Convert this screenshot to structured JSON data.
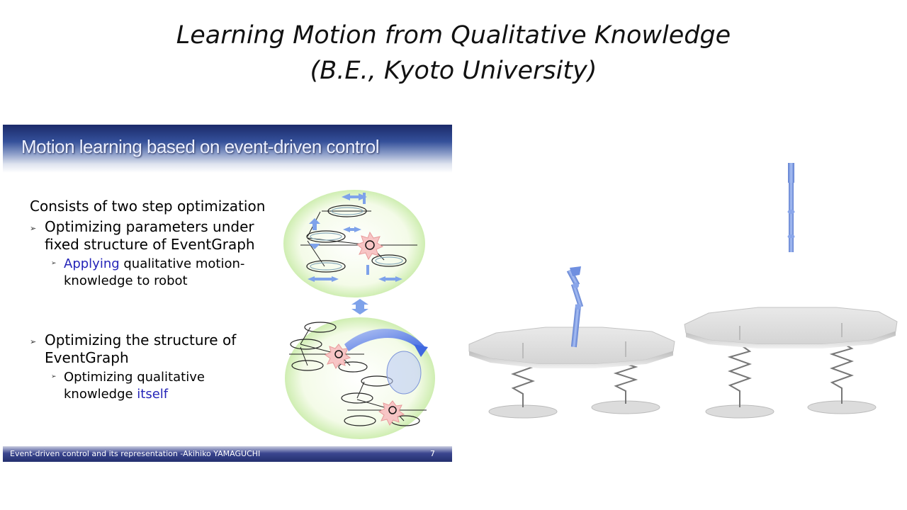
{
  "title": {
    "line1": "Learning Motion from Qualitative Knowledge",
    "line2": "(B.E., Kyoto University)"
  },
  "slide": {
    "header_title": "Motion learning based on event-driven control",
    "intro": "Consists of two step optimization",
    "bullet1": {
      "line1": "Optimizing parameters under",
      "line2": "fixed structure of EventGraph",
      "sub": {
        "highlight": "Applying",
        "line1_rest": " qualitative motion-",
        "line2": "knowledge to robot"
      }
    },
    "bullet2": {
      "line1": "Optimizing the structure of",
      "line2": "EventGraph",
      "sub": {
        "line1": "Optimizing qualitative",
        "line2_pre": "knowledge ",
        "highlight": "itself"
      }
    },
    "footer_text": "Event-driven control and its representation  -Akihiko YAMAGUCHI",
    "page_number": "7"
  },
  "colors": {
    "highlight": "#2424b8",
    "header_dark": "#1b2a6a",
    "robot_blue": "#7f9fe6",
    "bubble_green": "#c8f0a8"
  }
}
